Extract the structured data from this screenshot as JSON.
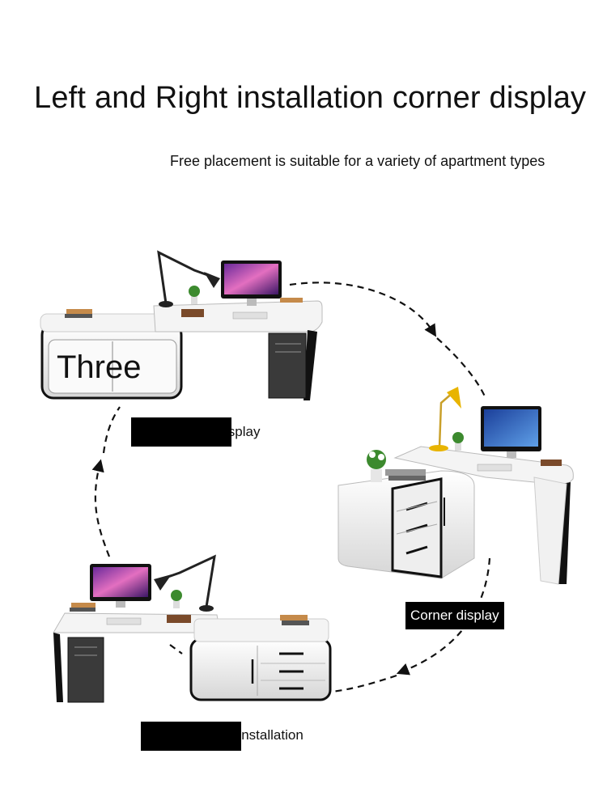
{
  "heading": {
    "title": "Left and Right installation corner display",
    "subtitle": "Free placement is suitable for a variety of apartment types"
  },
  "labels": {
    "overlay": "Three",
    "top_caption_partial": "isplay",
    "corner_label": "Corner display",
    "bottom_caption_partial": "t installation"
  },
  "colors": {
    "desk_white": "#f2f2f2",
    "desk_edge": "#111111",
    "screen_pink": "#c94fb0",
    "screen_blue": "#2a5fc4",
    "lamp_yellow": "#e8b400",
    "plant_green": "#3c8a2e",
    "box_black": "#000000"
  }
}
